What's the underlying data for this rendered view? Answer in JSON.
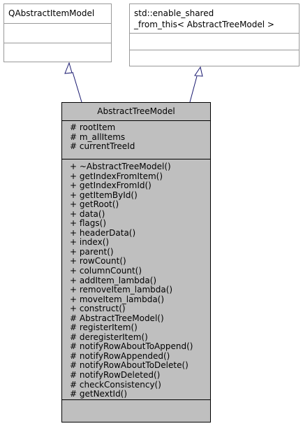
{
  "diagram": {
    "bases": [
      {
        "title_lines": [
          "QAbstractItemModel"
        ]
      },
      {
        "title_lines": [
          "std::enable_shared",
          "_from_this< AbstractTreeModel >"
        ]
      }
    ],
    "main_class": {
      "name": "AbstractTreeModel",
      "attributes": [
        "# rootItem",
        "# m_allItems",
        "# currentTreeId"
      ],
      "operations": [
        "+ ~AbstractTreeModel()",
        "+ getIndexFromItem()",
        "+ getIndexFromId()",
        "+ getItemById()",
        "+ getRoot()",
        "+ data()",
        "+ flags()",
        "+ headerData()",
        "+ index()",
        "+ parent()",
        "+ rowCount()",
        "+ columnCount()",
        "+ addItem_lambda()",
        "+ removeItem_lambda()",
        "+ moveItem_lambda()",
        "+ construct()",
        "# AbstractTreeModel()",
        "# registerItem()",
        "# deregisterItem()",
        "# notifyRowAboutToAppend()",
        "# notifyRowAppended()",
        "# notifyRowAboutToDelete()",
        "# notifyRowDeleted()",
        "# checkConsistency()",
        "# getNextId()"
      ]
    },
    "colors": {
      "main_fill": "#bfbfbf",
      "base_border": "#999999",
      "edge": "#191970"
    }
  }
}
